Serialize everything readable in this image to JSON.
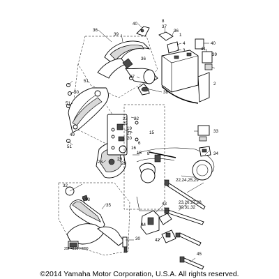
{
  "callouts": [
    {
      "id": "c36a",
      "text": "36"
    },
    {
      "id": "c39",
      "text": "39"
    },
    {
      "id": "c40a",
      "text": "40"
    },
    {
      "id": "c8a",
      "text": "8"
    },
    {
      "id": "c37a",
      "text": "37"
    },
    {
      "id": "c36b",
      "text": "36"
    },
    {
      "id": "c4",
      "text": "4"
    },
    {
      "id": "c1",
      "text": "1"
    },
    {
      "id": "c3",
      "text": "3"
    },
    {
      "id": "c40b",
      "text": "40"
    },
    {
      "id": "c41",
      "text": "41"
    },
    {
      "id": "c39b",
      "text": "39"
    },
    {
      "id": "c36c",
      "text": "36"
    },
    {
      "id": "c37b",
      "text": "37"
    },
    {
      "id": "c38",
      "text": "38"
    },
    {
      "id": "c2",
      "text": "2"
    },
    {
      "id": "c51a",
      "text": "51"
    },
    {
      "id": "c50",
      "text": "50"
    },
    {
      "id": "c51b",
      "text": "51"
    },
    {
      "id": "c49",
      "text": "49"
    },
    {
      "id": "c51c",
      "text": "51"
    },
    {
      "id": "c23",
      "text": "23"
    },
    {
      "id": "c25",
      "text": "25"
    },
    {
      "id": "c19",
      "text": "19"
    },
    {
      "id": "c27",
      "text": "27"
    },
    {
      "id": "c20",
      "text": "20"
    },
    {
      "id": "c22",
      "text": "22"
    },
    {
      "id": "c6",
      "text": "6"
    },
    {
      "id": "c16",
      "text": "16"
    },
    {
      "id": "c18",
      "text": "18"
    },
    {
      "id": "c15",
      "text": "15"
    },
    {
      "id": "c8b",
      "text": "8"
    },
    {
      "id": "c33a",
      "text": "33"
    },
    {
      "id": "c34",
      "text": "34"
    },
    {
      "id": "c29",
      "text": "29"
    },
    {
      "id": "c22list",
      "text": "22,24,25,29"
    },
    {
      "id": "c23list",
      "text": "23,26,27,28,"
    },
    {
      "id": "c30list",
      "text": "30,31,32"
    },
    {
      "id": "c32",
      "text": "32"
    },
    {
      "id": "c33b",
      "text": "33"
    },
    {
      "id": "c35",
      "text": "35"
    },
    {
      "id": "c30",
      "text": "30"
    },
    {
      "id": "c43",
      "text": "43"
    },
    {
      "id": "c44",
      "text": "44"
    },
    {
      "id": "c42",
      "text": "42"
    },
    {
      "id": "c45",
      "text": "45"
    },
    {
      "id": "c28a",
      "text": "28"
    },
    {
      "id": "c28b",
      "text": "28"
    }
  ],
  "diagram_code": "29P4110-H090",
  "copyright": "©2014 Yamaha Motor Corporation, U.S.A. All rights reserved."
}
